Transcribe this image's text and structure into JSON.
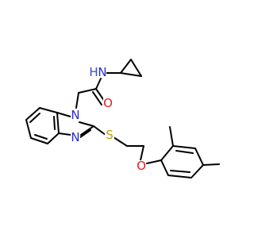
{
  "molecule": {
    "atoms": {
      "amide_h": {
        "symbol": "H",
        "color": "#3b4cc0"
      },
      "amide_n": {
        "symbol": "N",
        "color": "#2a2ad1"
      },
      "carbonyl_o": {
        "symbol": "O",
        "color": "#e02020"
      },
      "imidazole_n1": {
        "symbol": "N",
        "color": "#2a2ad1"
      },
      "imidazole_n3": {
        "symbol": "N",
        "color": "#2a2ad1"
      },
      "thioether_s": {
        "symbol": "S",
        "color": "#b8a000"
      },
      "ether_o": {
        "symbol": "O",
        "color": "#e02020"
      }
    },
    "bond_color": "#000000"
  }
}
